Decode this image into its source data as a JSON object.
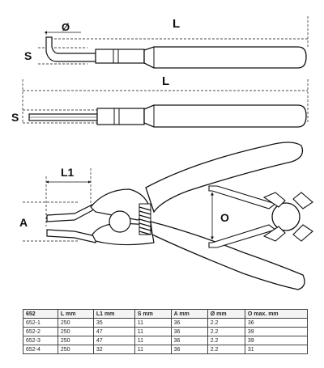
{
  "top_view": {
    "length_label": "L",
    "diameter_label": "Ø",
    "shaft_label": "S"
  },
  "side_view": {
    "length_label": "L",
    "shaft_label": "S"
  },
  "open_view": {
    "tip_length_label": "L1",
    "tip_gap_label": "A",
    "opening_label": "O"
  },
  "table": {
    "headers": [
      "652",
      "L mm",
      "L1 mm",
      "S mm",
      "A mm",
      "Ø mm",
      "O max. mm"
    ],
    "rows": [
      [
        "652-1",
        "250",
        "35",
        "11",
        "36",
        "2.2",
        "36"
      ],
      [
        "652-2",
        "250",
        "47",
        "11",
        "36",
        "2.2",
        "39"
      ],
      [
        "652-3",
        "250",
        "47",
        "11",
        "36",
        "2.2",
        "39"
      ],
      [
        "652-4",
        "250",
        "32",
        "11",
        "36",
        "2.2",
        "31"
      ]
    ]
  }
}
